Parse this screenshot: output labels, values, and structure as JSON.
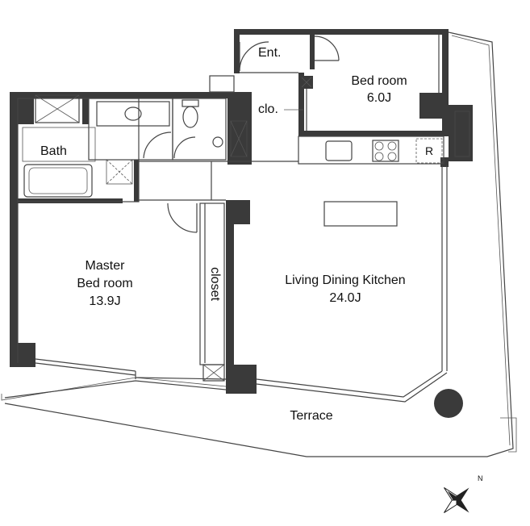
{
  "rooms": {
    "entrance": "Ent.",
    "closet_small": "clo.",
    "bedroom_name": "Bed room",
    "bedroom_size": "6.0J",
    "bath": "Bath",
    "refrigerator": "R",
    "master_line1": "Master",
    "master_line2": "Bed room",
    "master_size": "13.9J",
    "closet": "closet",
    "ldk_name": "Living Dining Kitchen",
    "ldk_size": "24.0J",
    "terrace": "Terrace"
  },
  "compass": {
    "north_label": "N"
  },
  "colors": {
    "wall": "#3a3a3a",
    "line": "#444444",
    "background": "#ffffff"
  }
}
